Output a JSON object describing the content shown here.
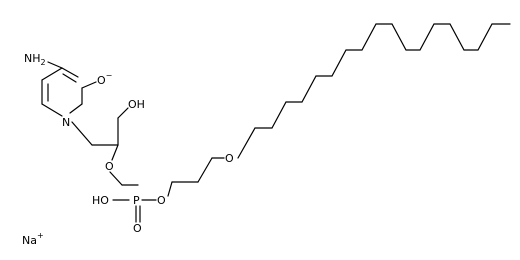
{
  "molecule": {
    "labels": {
      "amine": "NH",
      "amine_sub": "2",
      "oxide": "O",
      "oxide_charge": "−",
      "hydroxyl": "OH",
      "ether1": "O",
      "ether2": "O",
      "phos_hydroxyl": "HO",
      "phosphorus": "P",
      "phos_oxo": "O",
      "phos_ester": "O",
      "ring_n": "N",
      "counter_ion": "Na",
      "counter_charge": "+"
    }
  }
}
